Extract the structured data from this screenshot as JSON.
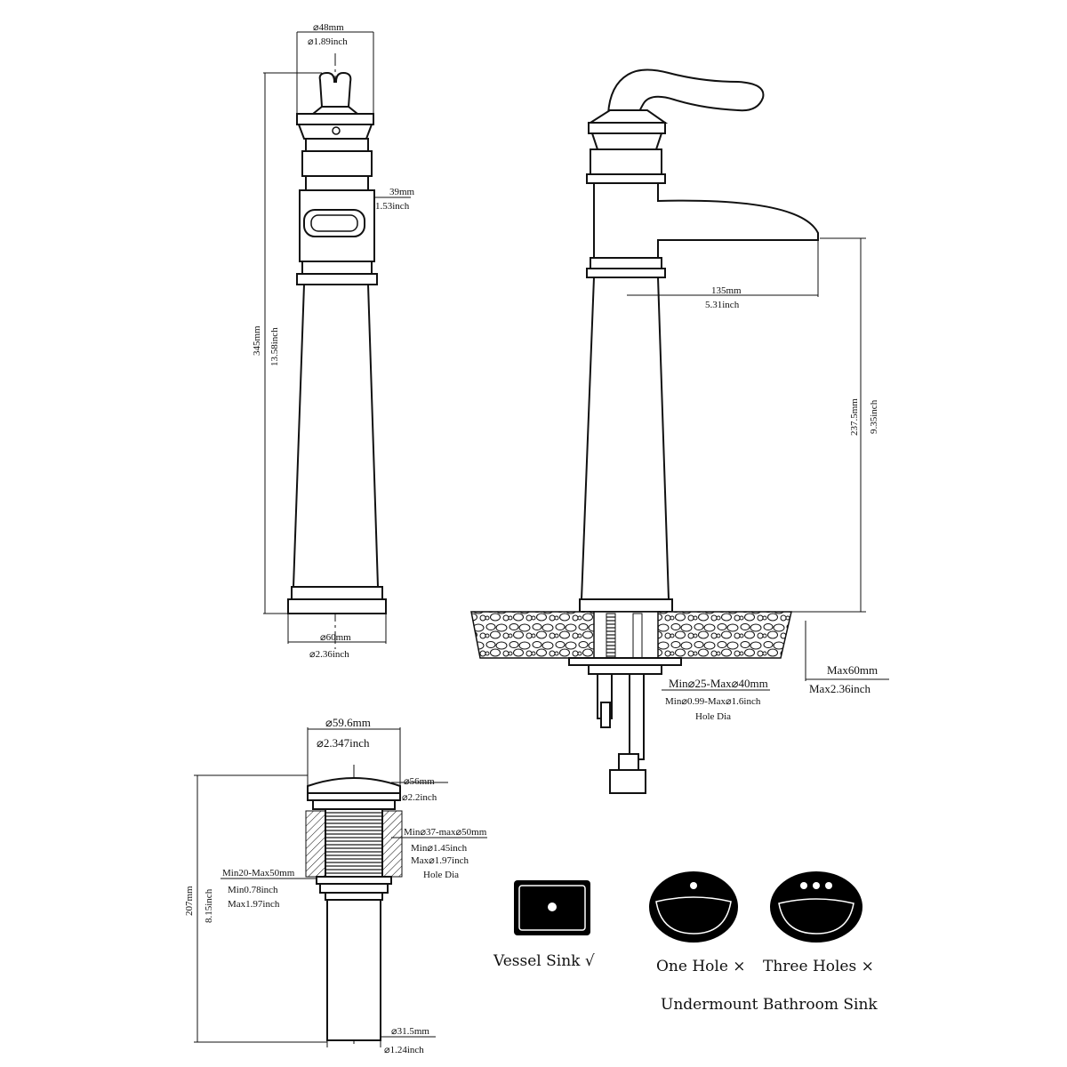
{
  "front_view": {
    "top_dia_mm": "⌀48mm",
    "top_dia_in": "⌀1.89inch",
    "handle_w_mm": "39mm",
    "handle_w_in": "1.53inch",
    "height_mm": "345mm",
    "height_in": "13.58inch",
    "base_dia_mm": "⌀60mm",
    "base_dia_in": "⌀2.36inch"
  },
  "side_view": {
    "reach_mm": "135mm",
    "reach_in": "5.31inch",
    "spout_h_mm": "237.5mm",
    "spout_h_in": "9.35inch",
    "deck_max_mm": "Max60mm",
    "deck_max_in": "Max2.36inch",
    "hole_mm": "Min⌀25-Max⌀40mm",
    "hole_in": "Min⌀0.99-Max⌀1.6inch",
    "hole_label": "Hole Dia"
  },
  "drain": {
    "cap_dia_mm": "⌀59.6mm",
    "cap_dia_in": "⌀2.347inch",
    "flange_dia_mm": "⌀56mm",
    "flange_dia_in": "⌀2.2inch",
    "hole_mm": "Min⌀37-max⌀50mm",
    "hole_in_min": "Min⌀1.45inch",
    "hole_in_max": "Max⌀1.97inch",
    "hole_label": "Hole Dia",
    "thick_mm": "Min20-Max50mm",
    "thick_in_min": "Min0.78inch",
    "thick_in_max": "Max1.97inch",
    "height_mm": "207mm",
    "height_in": "8.15inch",
    "pipe_dia_mm": "⌀31.5mm",
    "pipe_dia_in": "⌀1.24inch"
  },
  "sinks": {
    "vessel_label": "Vessel Sink √",
    "one_hole_label": "One Hole ×",
    "three_holes_label": "Three Holes ×",
    "undermount_label": "Undermount Bathroom Sink"
  }
}
